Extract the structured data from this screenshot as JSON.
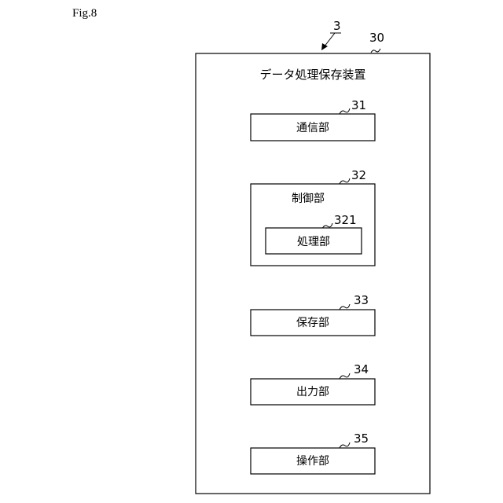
{
  "figure_label": "Fig.8",
  "device": {
    "ref": "3",
    "box_ref": "30",
    "title": "データ処理保存装置"
  },
  "units": [
    {
      "ref": "31",
      "label": "通信部"
    },
    {
      "ref": "32",
      "label": "制御部",
      "child": {
        "ref": "321",
        "label": "処理部"
      }
    },
    {
      "ref": "33",
      "label": "保存部"
    },
    {
      "ref": "34",
      "label": "出力部"
    },
    {
      "ref": "35",
      "label": "操作部"
    }
  ]
}
